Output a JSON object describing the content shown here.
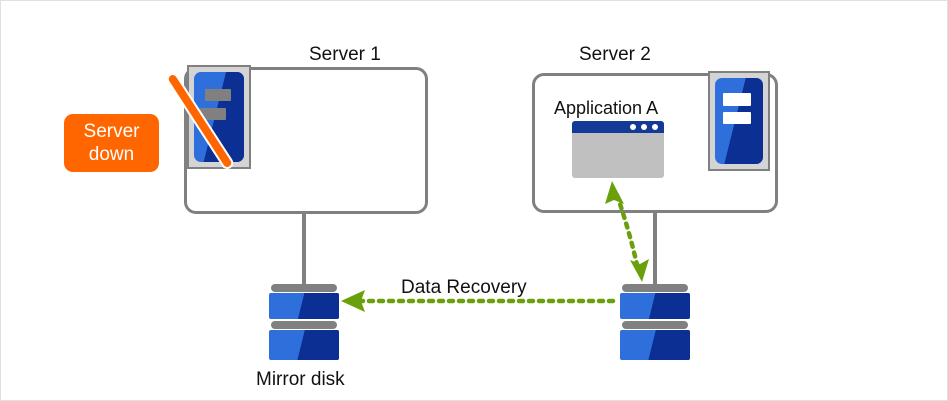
{
  "diagram": {
    "title_servers": [
      {
        "label": "Server 1"
      },
      {
        "label": "Server 2"
      }
    ],
    "badge": {
      "line1": "Server",
      "line2": "down",
      "color": "#ff6600"
    },
    "server1": {
      "name": "Server 1",
      "status": "down",
      "icon_name": "server-tower-offline-icon"
    },
    "server2": {
      "name": "Server 2",
      "status": "running",
      "application_label": "Application A",
      "icon_name": "server-tower-icon"
    },
    "disks": {
      "mirror_label": "Mirror disk",
      "left_name": "mirror-disk-left",
      "right_name": "mirror-disk-right",
      "color_light": "#2f6fdb",
      "color_dark": "#0b2f93",
      "cap_color": "#808080"
    },
    "flows": [
      {
        "label": "Data Recovery",
        "direction": "right-to-left",
        "style": "dotted",
        "color": "#6aa00c"
      },
      {
        "label": "",
        "direction": "bidirectional",
        "style": "dotted",
        "color": "#6aa00c"
      }
    ],
    "colors": {
      "box_border": "#808080",
      "accent_orange": "#ff6600",
      "accent_green": "#6aa00c",
      "blue_light": "#2f6fdb",
      "blue_dark": "#0b2f93",
      "gray": "#808080",
      "window_body": "#c0c0c0",
      "window_title": "#123a96"
    }
  }
}
